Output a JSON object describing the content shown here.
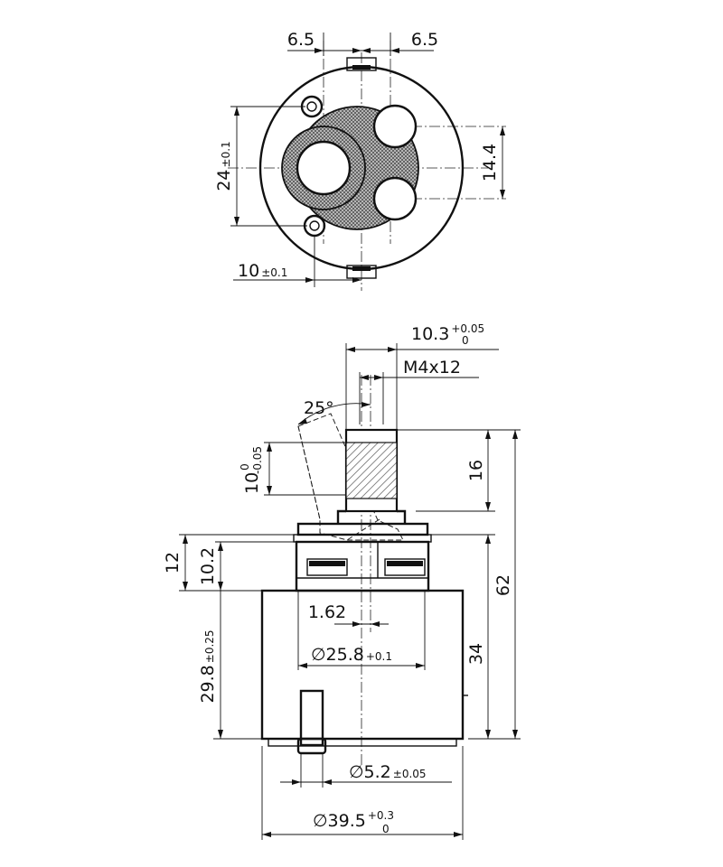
{
  "top_view": {
    "dim_left_offset": "6.5",
    "dim_right_offset": "6.5",
    "dim_port_pitch": "14.4",
    "dim_hole_spacing": "24",
    "dim_hole_spacing_tol": "±0.1",
    "dim_hole_offset": "10",
    "dim_hole_offset_tol": "±0.1"
  },
  "side_view": {
    "dim_stem_width": "10.3",
    "dim_stem_width_tol_upper": "+0.05",
    "dim_stem_width_tol_lower": "0",
    "dim_thread": "M4x12",
    "dim_angle": "25°",
    "dim_flat": "10",
    "dim_flat_tol_upper": "0",
    "dim_flat_tol_lower": "-0.05",
    "dim_stem_height": "16",
    "dim_total_height": "62",
    "dim_cap_height": "12",
    "dim_ring_height": "10.2",
    "dim_offset": "1.62",
    "dim_body_height": "34",
    "dim_inner_dia": "∅25.8",
    "dim_inner_dia_tol": "+0.1",
    "dim_base_height": "29.8",
    "dim_base_height_tol": "±0.25",
    "dim_pin_dia": "∅5.2",
    "dim_pin_dia_tol": "±0.05",
    "dim_outer_dia": "∅39.5",
    "dim_outer_dia_tol_upper": "+0.3",
    "dim_outer_dia_tol_lower": "0"
  }
}
